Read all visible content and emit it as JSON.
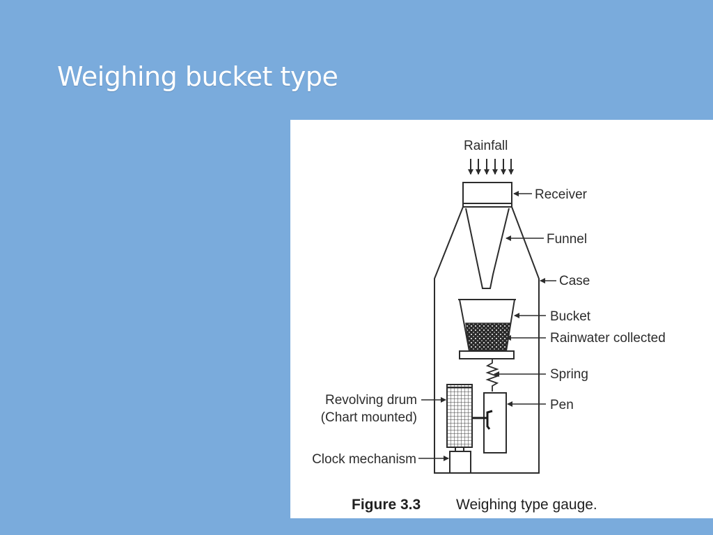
{
  "slide": {
    "title": "Weighing bucket type"
  },
  "figure": {
    "labels": {
      "rainfall": "Rainfall",
      "receiver": "Receiver",
      "funnel": "Funnel",
      "case": "Case",
      "bucket": "Bucket",
      "rainwater": "Rainwater collected",
      "spring": "Spring",
      "pen": "Pen",
      "drum_line1": "Revolving drum",
      "drum_line2": "(Chart mounted)",
      "clock": "Clock mechanism"
    },
    "caption": {
      "number": "Figure 3.3",
      "text": "Weighing type gauge."
    }
  }
}
